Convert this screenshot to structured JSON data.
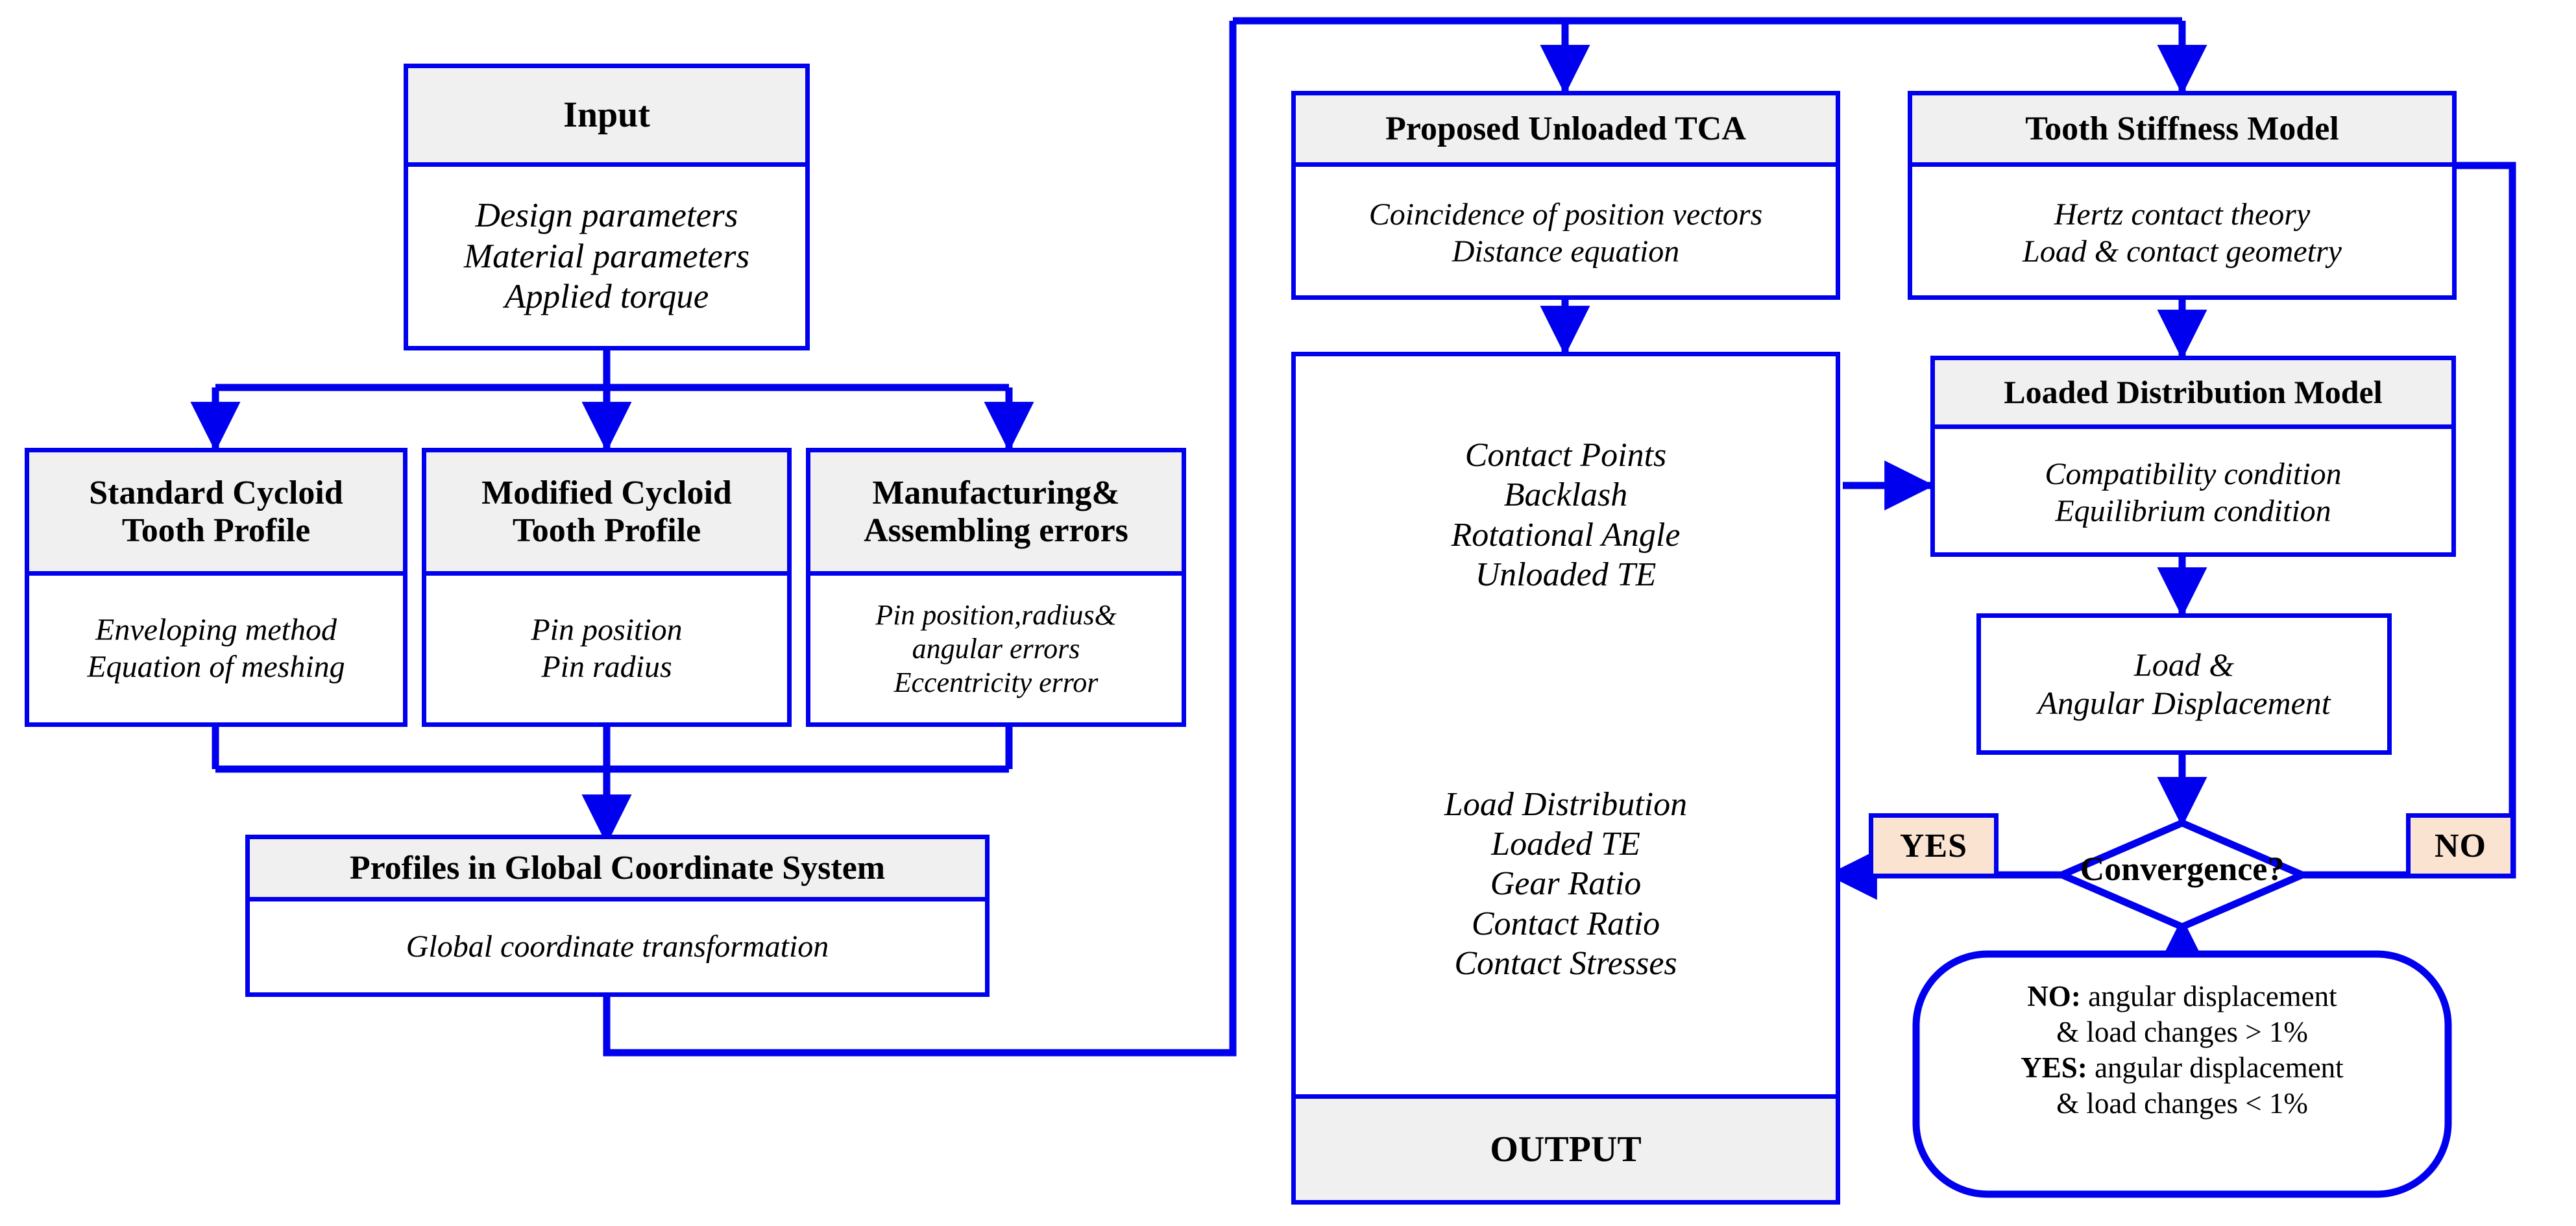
{
  "theme": {
    "stroke": "#0000ee",
    "header_fill": "#f0f0f0",
    "badge_fill": "#fae3d1",
    "page_bg": "#ffffff",
    "text": "#000000"
  },
  "nodes": {
    "input": {
      "title": "Input",
      "items": [
        "Design parameters",
        "Material parameters",
        "Applied torque"
      ]
    },
    "standard_cycloid": {
      "title_lines": [
        "Standard Cycloid",
        "Tooth Profile"
      ],
      "items": [
        "Enveloping method",
        "Equation of meshing"
      ]
    },
    "modified_cycloid": {
      "title_lines": [
        "Modified Cycloid",
        "Tooth Profile"
      ],
      "items": [
        "Pin position",
        "Pin radius"
      ]
    },
    "manufacturing_errors": {
      "title_lines": [
        "Manufacturing&",
        "Assembling errors"
      ],
      "items": [
        "Pin position,radius&",
        "angular errors",
        "Eccentricity error"
      ]
    },
    "global_profiles": {
      "title": "Profiles in Global Coordinate System",
      "items": [
        "Global coordinate transformation"
      ]
    },
    "unloaded_tca": {
      "title": "Proposed Unloaded TCA",
      "items": [
        "Coincidence of position vectors",
        "Distance equation"
      ]
    },
    "tooth_stiffness": {
      "title": "Tooth Stiffness Model",
      "items": [
        "Hertz contact theory",
        "Load & contact geometry"
      ]
    },
    "loaded_distribution": {
      "title": "Loaded Distribution Model",
      "items": [
        "Compatibility condition",
        "Equilibrium condition"
      ]
    },
    "load_angular": {
      "items": [
        "Load &",
        "Angular Displacement"
      ]
    },
    "results": {
      "unloaded_group": [
        "Contact Points",
        "Backlash",
        "Rotational Angle",
        "Unloaded TE"
      ],
      "loaded_group": [
        "Load Distribution",
        "Loaded TE",
        "Gear Ratio",
        "Contact Ratio",
        "Contact Stresses"
      ],
      "footer": "OUTPUT"
    },
    "convergence": {
      "label": "Convergence?"
    },
    "criteria": {
      "lines": [
        {
          "bold": "NO:",
          "rest": " angular displacement"
        },
        {
          "bold": "",
          "rest": "& load changes > 1%"
        },
        {
          "bold": "YES:",
          "rest": " angular displacement"
        },
        {
          "bold": "",
          "rest": "& load changes < 1%"
        }
      ]
    }
  },
  "badges": {
    "yes": "YES",
    "no": "NO"
  }
}
